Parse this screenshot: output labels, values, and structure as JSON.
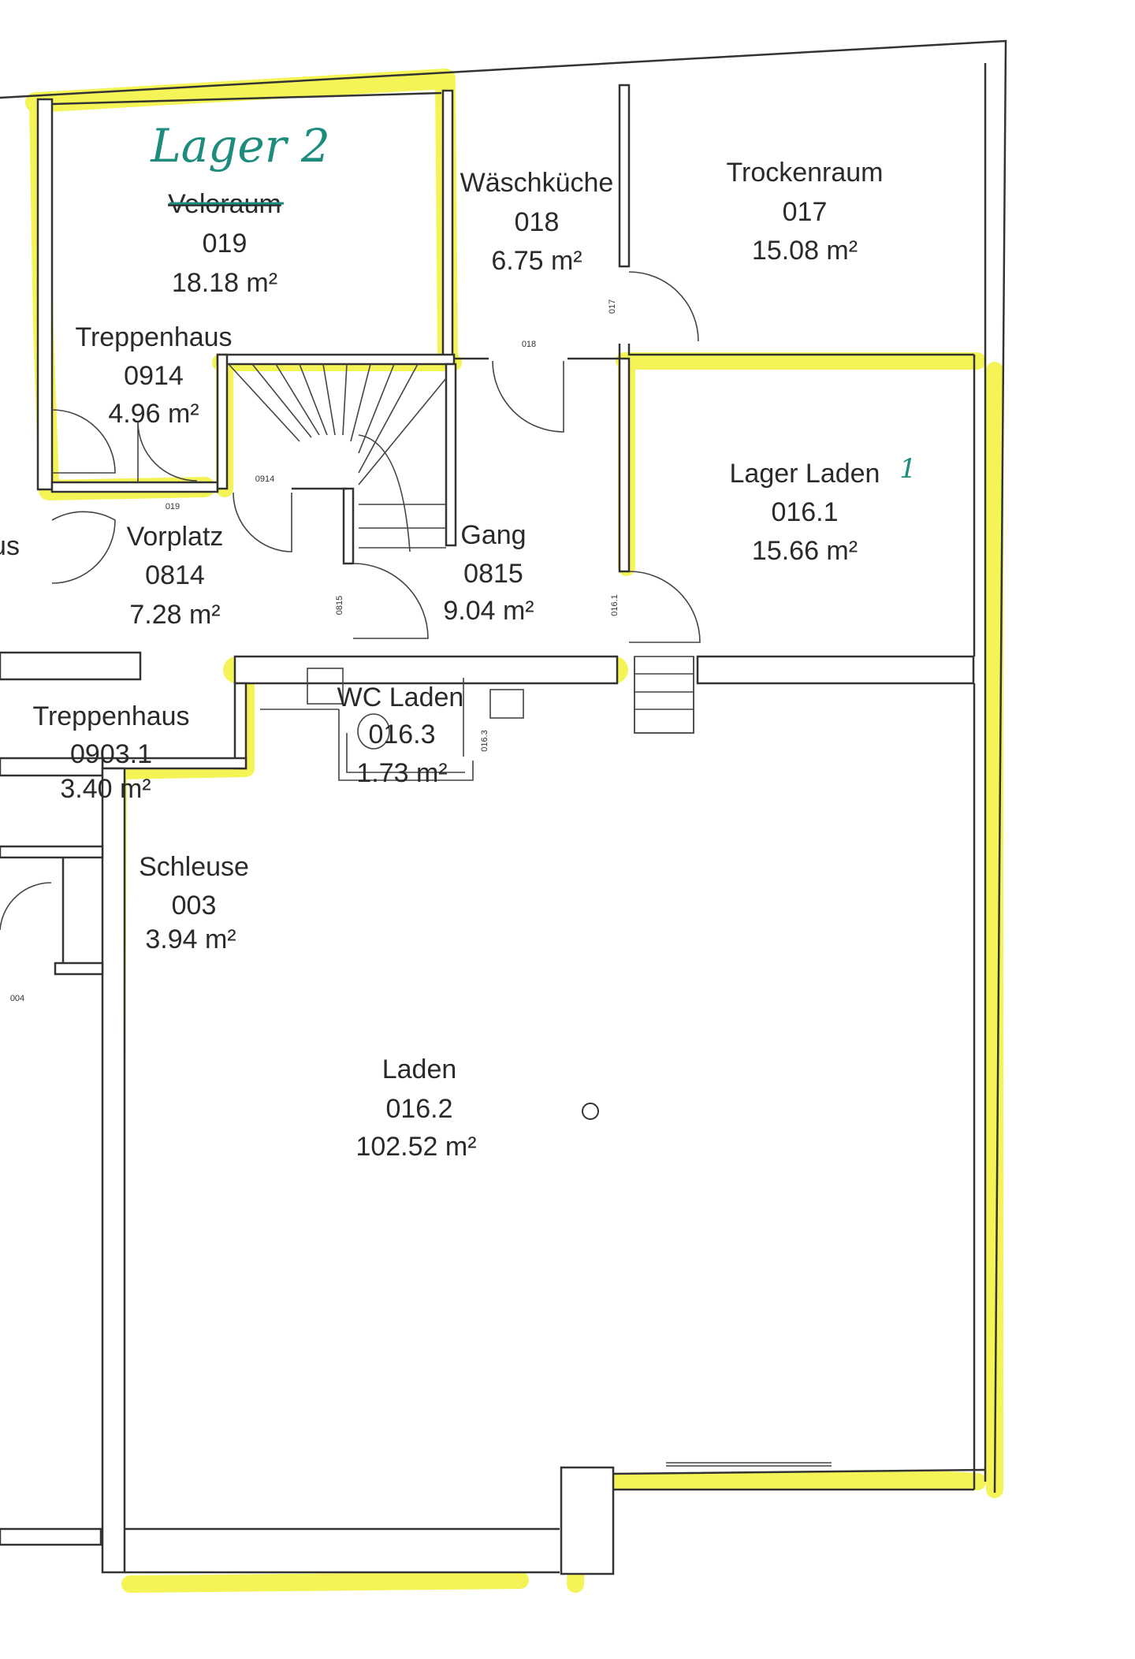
{
  "rooms": {
    "lager2": {
      "handwritten": "Lager 2",
      "old_name": "Veloraum",
      "number": "019",
      "area": "18.18 m²"
    },
    "waschkueche": {
      "name": "Wäschküche",
      "number": "018",
      "area": "6.75 m²"
    },
    "trockenraum": {
      "name": "Trockenraum",
      "number": "017",
      "area": "15.08 m²"
    },
    "treppenhaus_0914": {
      "name": "Treppenhaus",
      "number": "0914",
      "area": "4.96 m²"
    },
    "lager_laden": {
      "name": "Lager Laden",
      "number": "016.1",
      "area": "15.66 m²",
      "handwritten": "1"
    },
    "vorplatz": {
      "name": "Vorplatz",
      "number": "0814",
      "area": "7.28 m²"
    },
    "gang": {
      "name": "Gang",
      "number": "0815",
      "area": "9.04 m²"
    },
    "wc_laden": {
      "name": "WC Laden",
      "number": "016.3",
      "area": "1.73 m²"
    },
    "treppenhaus_0903": {
      "name": "Treppenhaus",
      "number": "0903.1",
      "area": "3.40 m²"
    },
    "schleuse": {
      "name": "Schleuse",
      "number": "003",
      "area": "3.94 m²"
    },
    "laden": {
      "name": "Laden",
      "number": "016.2",
      "area": "102.52 m²"
    },
    "cut_off_label": "us"
  },
  "door_tags": {
    "d019": "019",
    "d0914": "0914",
    "d018": "018",
    "d017": "017",
    "d0815": "0815",
    "d0161": "016.1",
    "d0163": "016.3",
    "d004": "004"
  },
  "colors": {
    "highlight": "#f2f23a",
    "handwriting": "#1d8c7c",
    "walls": "#333333"
  }
}
